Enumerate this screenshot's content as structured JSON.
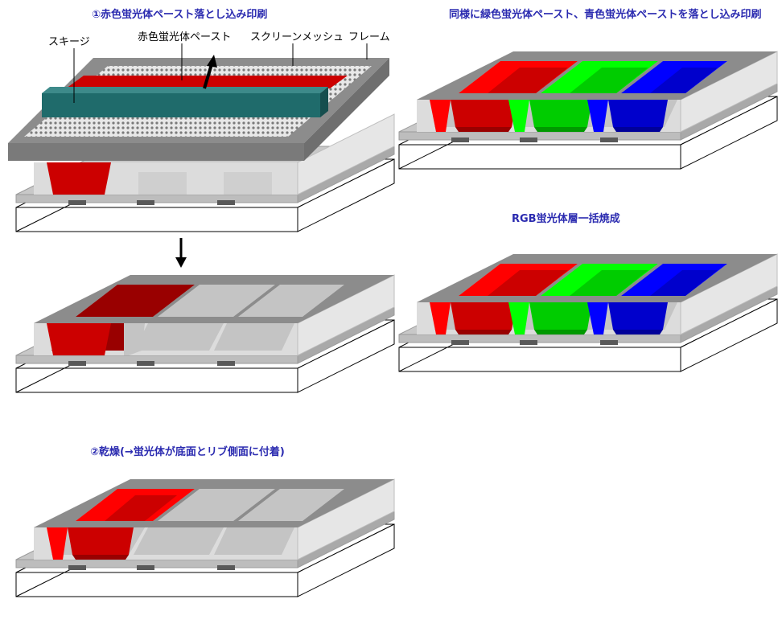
{
  "steps": {
    "step1_title": "①赤色蛍光体ペースト落とし込み印刷",
    "step2_title": "②乾燥(→蛍光体が底面とリブ側面に付着)",
    "step3_title": "同様に緑色蛍光体ペースト、青色蛍光体ペーストを落とし込み印刷",
    "step4_title": "RGB蛍光体層一括焼成"
  },
  "labels": {
    "squeegee": "スキージ",
    "red_paste": "赤色蛍光体ペースト",
    "screen_mesh": "スクリーンメッシュ",
    "frame": "フレーム"
  },
  "colors": {
    "title": "#2b2bb0",
    "red": "#cc0000",
    "red_dark": "#990000",
    "red_bright": "#ff0000",
    "green": "#00cc00",
    "green_bright": "#00ff00",
    "blue": "#0000cc",
    "blue_bright": "#0000ff",
    "rib": "#dcdcdc",
    "rib_top": "#8c8c8c",
    "electrode": "#595959",
    "squeegee": "#1f6b6b"
  }
}
